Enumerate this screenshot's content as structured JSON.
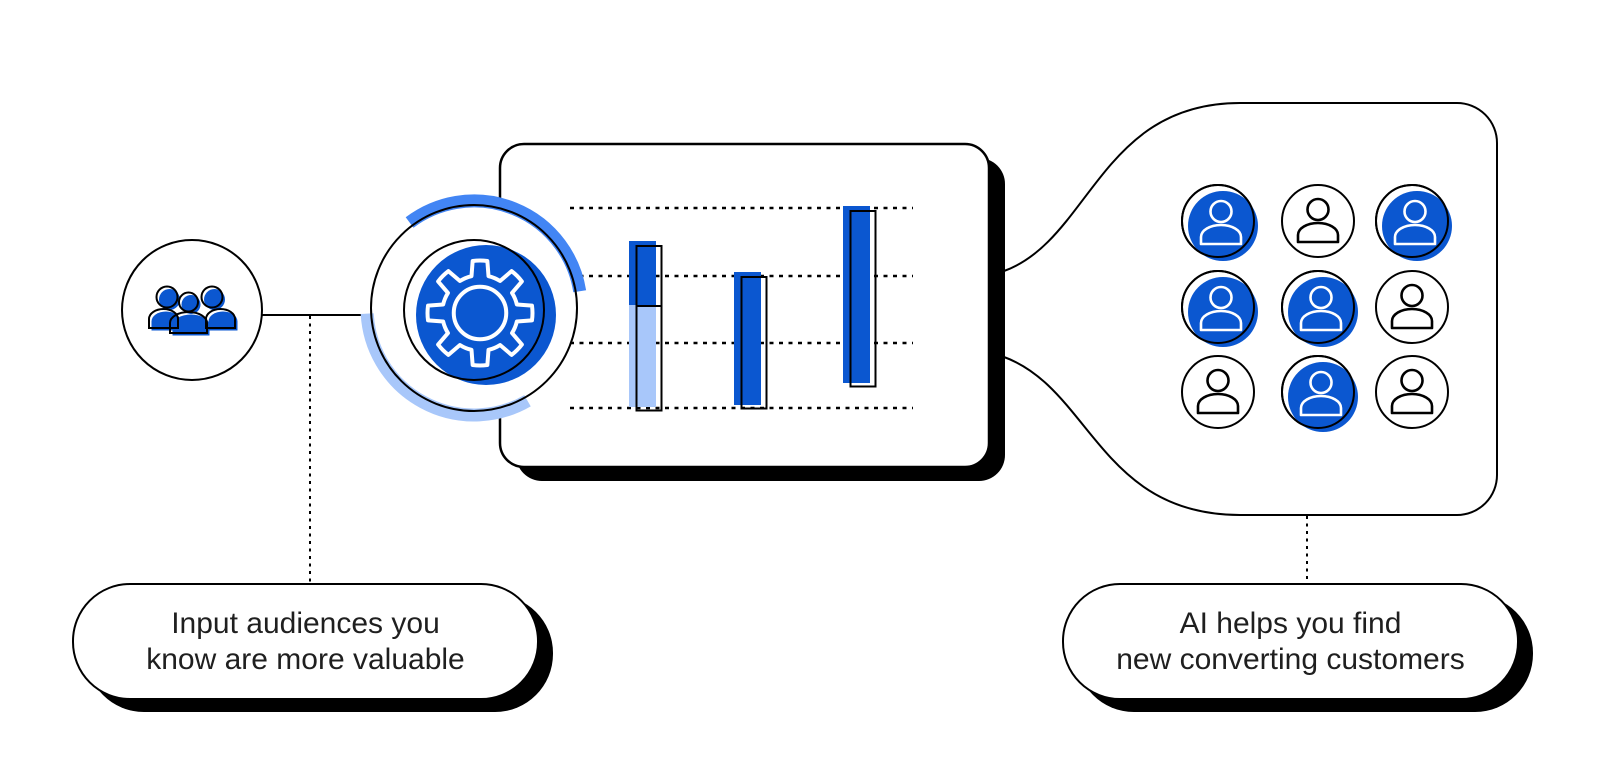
{
  "diagram_title": "Input audiences flow into an AI engine that finds new converting customers",
  "colors": {
    "primary_blue": "#0b57d0",
    "bright_blue": "#4285f4",
    "light_blue": "#a8c7fa",
    "outline": "#000000",
    "background": "#ffffff",
    "text": "#1f1f1f"
  },
  "seed_node": {
    "icon": "audience-group-icon"
  },
  "card": {
    "icon": "gear-icon",
    "chart": {
      "type": "bar",
      "gridlines": 4,
      "bars": [
        {
          "segments": [
            {
              "tone": "primary",
              "value": 0.32
            },
            {
              "tone": "light",
              "value": 0.51
            }
          ],
          "lift": 0.005
        },
        {
          "segments": [
            {
              "tone": "primary",
              "value": 0.665
            }
          ],
          "lift": 0.015
        },
        {
          "segments": [
            {
              "tone": "primary",
              "value": 0.885
            }
          ],
          "lift": 0.125
        }
      ]
    }
  },
  "funnel": {
    "icon": "customer-grid",
    "grid": {
      "rows": 3,
      "cols": 3,
      "pattern": [
        [
          "filled",
          "outline",
          "filled"
        ],
        [
          "filled",
          "filled",
          "outline"
        ],
        [
          "outline",
          "filled",
          "outline"
        ]
      ]
    }
  },
  "captions": {
    "left": {
      "line1": "Input audiences you",
      "line2": "know are more valuable"
    },
    "right": {
      "line1": "AI helps you find",
      "line2": "new converting customers"
    }
  }
}
